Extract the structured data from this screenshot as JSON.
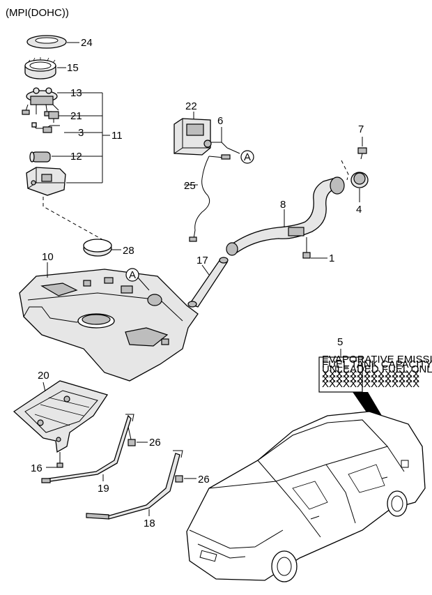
{
  "header": {
    "title": "(MPI(DOHC))"
  },
  "callouts": {
    "c24": "24",
    "c15": "15",
    "c13": "13",
    "c21": "21",
    "c3": "3",
    "c11": "11",
    "c12": "12",
    "c22": "22",
    "c6": "6",
    "c7": "7",
    "c25": "25",
    "c4": "4",
    "c8": "8",
    "c28": "28",
    "c10": "10",
    "c17": "17",
    "c1": "1",
    "c5": "5",
    "c20": "20",
    "c26a": "26",
    "c16": "16",
    "c19": "19",
    "c26b": "26",
    "c18": "18",
    "refA1": "A",
    "refA2": "A"
  },
  "label_plate": {
    "lines": [
      "EVAPORATIVE EMISSION",
      "FUEL TANK CAPACITY",
      "UNLEADED FUEL ONLY",
      "XXXXXXXXXXXXXX",
      "XXXXXXXXXXXXXX",
      "XXXXXXXXXXXXXX"
    ]
  }
}
